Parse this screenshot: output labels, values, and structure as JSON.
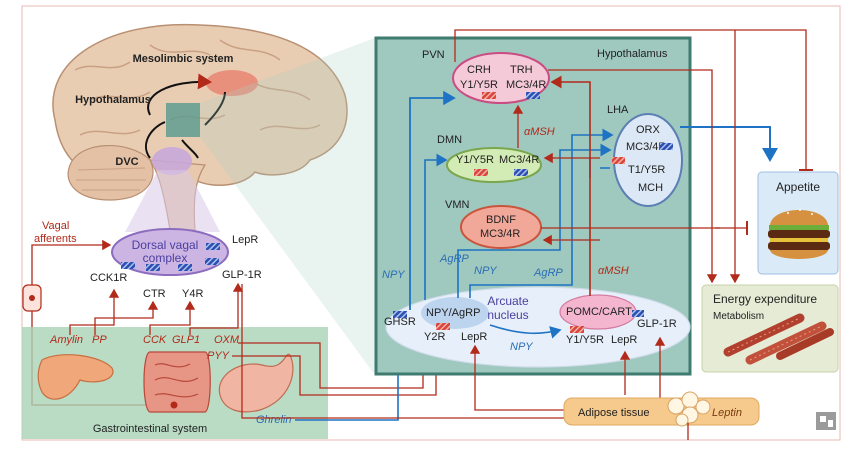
{
  "brain": {
    "mesolimbic": "Mesolimbic system",
    "hypothalamus": "Hypothalamus",
    "dvc": "DVC"
  },
  "hypo": {
    "title": "Hypothalamus",
    "pvn": "PVN",
    "crh": "CRH",
    "trh": "TRH",
    "y1y5r": "Y1/Y5R",
    "mc34r": "MC3/4R",
    "dmn": "DMN",
    "dmn_y1y5r": "Y1/Y5R",
    "dmn_mc34r": "MC3/4R",
    "amsh": "αMSH",
    "lha": "LHA",
    "orx": "ORX",
    "lha_mc34r": "MC3/4R",
    "t1y5r": "T1/Y5R",
    "mch": "MCH",
    "vmn": "VMN",
    "bdnf": "BDNF",
    "vmn_mc34r": "MC3/4R",
    "agrp_left": "AgRP",
    "npy_mid": "NPY",
    "agrp_mid": "AgRP",
    "amsh_mid": "αMSH"
  },
  "arcuate": {
    "label_line1": "Arcuate",
    "label_line2": "nucleus",
    "npyagrp": "NPY/AgRP",
    "pomccart": "POMC/CART",
    "ghsr": "GHSR",
    "y2r": "Y2R",
    "lepr_left": "LepR",
    "npy": "NPY",
    "y1y5r": "Y1/Y5R",
    "lepr_right": "LepR",
    "glp1r": "GLP-1R"
  },
  "dorsal": {
    "line1": "Dorsal vagal",
    "line2": "complex",
    "lepr": "LepR",
    "glp1r": "GLP-1R",
    "cck1r": "CCK1R",
    "ctr": "CTR",
    "y4r": "Y4R",
    "vagal1": "Vagal",
    "vagal2": "afferents",
    "npy_left": "NPY"
  },
  "gi": {
    "title": "Gastrointestinal system",
    "amylin": "Amylin",
    "pp": "PP",
    "cck": "CCK",
    "glp1": "GLP1",
    "oxm": "OXM",
    "pyy": "PYY",
    "ghrelin": "Ghrelin"
  },
  "adipose": {
    "label": "Adipose tissue",
    "leptin": "Leptin"
  },
  "appetite": {
    "title": "Appetite"
  },
  "energy": {
    "title": "Energy expenditure",
    "metabolism": "Metabolism"
  }
}
